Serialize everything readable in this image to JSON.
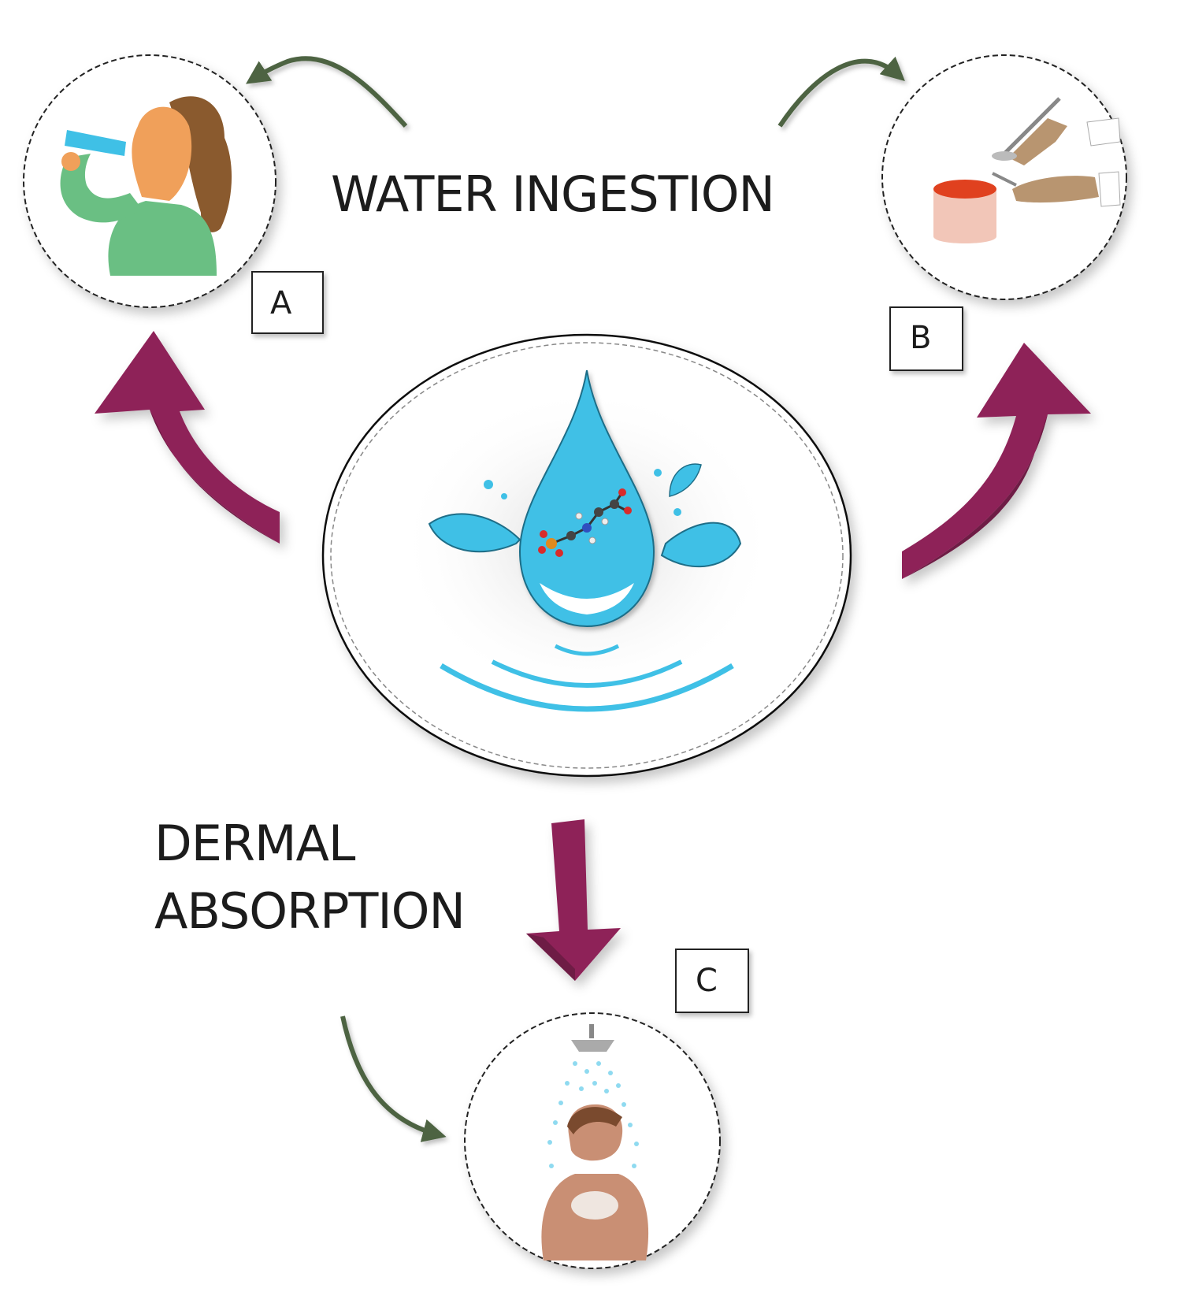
{
  "labels": {
    "water_ingestion": "WATER INGESTION",
    "dermal_line1": "DERMAL",
    "dermal_line2": "ABSORPTION"
  },
  "panels": {
    "a": "A",
    "b": "B",
    "c": "C"
  },
  "colors": {
    "main_arrow": "#8e2458",
    "curved_arrow": "#4d6442",
    "water": "#3fc0e6"
  },
  "icons": {
    "center": "water-drop-molecule-icon",
    "a": "woman-drinking-icon",
    "b": "cooking-food-icon",
    "c": "person-showering-icon"
  }
}
